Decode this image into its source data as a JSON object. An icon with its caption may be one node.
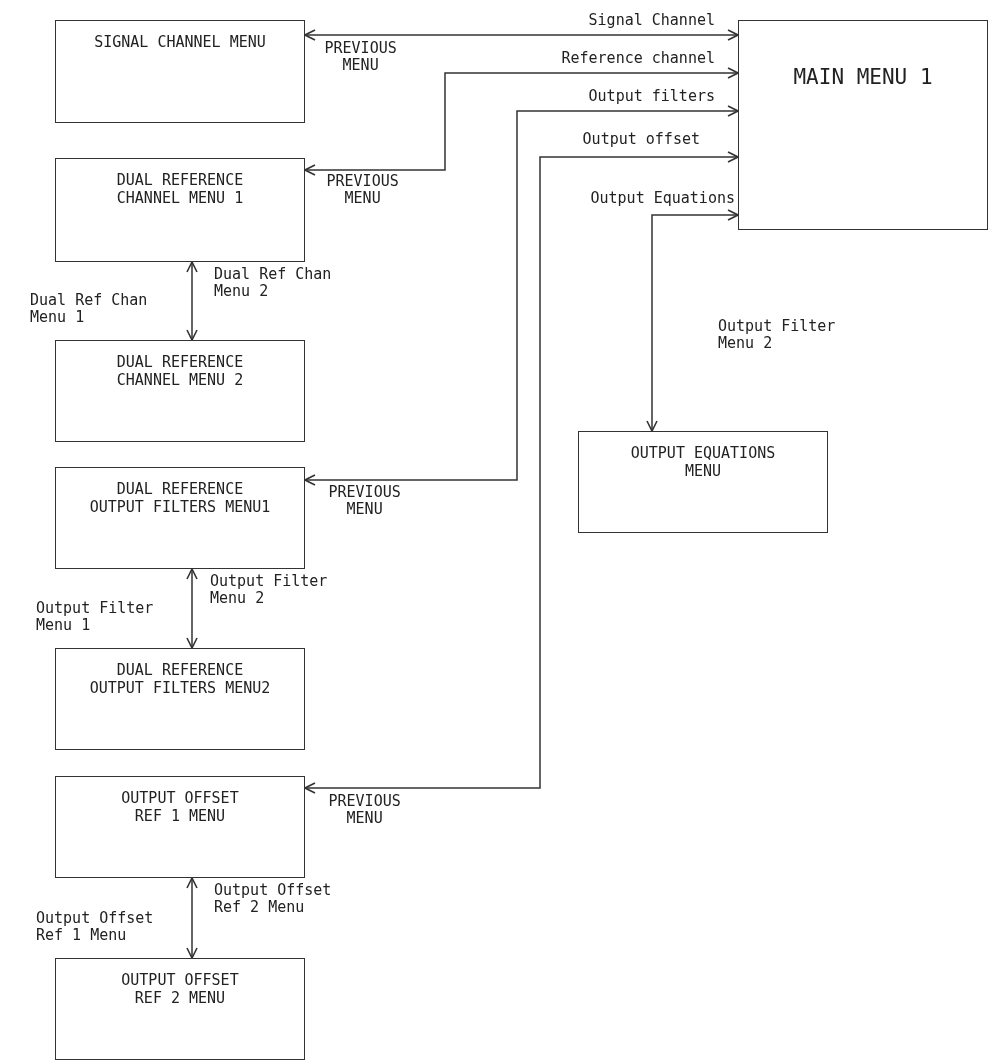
{
  "diagram": {
    "nodes": [
      {
        "text": [
          "SIGNAL CHANNEL MENU"
        ]
      },
      {
        "text": [
          "MAIN MENU 1"
        ]
      },
      {
        "text": [
          "DUAL REFERENCE CHANNEL MENU 1"
        ]
      },
      {
        "text": [
          "DUAL REFERENCE CHANNEL MENU 2"
        ]
      },
      {
        "text": [
          "DUAL REFERENCE OUTPUT FILTERS MENU1"
        ]
      },
      {
        "text": [
          "OUTPUT EQUATIONS MENU"
        ]
      },
      {
        "text": [
          "DUAL REFERENCE OUTPUT FILTERS MENU2"
        ]
      },
      {
        "text": [
          "OUTPUT OFFSET REF 1 MENU"
        ]
      },
      {
        "text": [
          "OUTPUT OFFSET REF 2 MENU"
        ]
      }
    ],
    "edges": [
      {
        "from": 1,
        "to": 0,
        "arrow": "both",
        "label": "Signal Channel"
      },
      {
        "from": 1,
        "to": 2,
        "arrow": "both",
        "label": "Reference channel"
      },
      {
        "from": 1,
        "to": 4,
        "arrow": "both",
        "label": "Output filters"
      },
      {
        "from": 1,
        "to": 7,
        "arrow": "both",
        "label": "Output offset"
      },
      {
        "from": 1,
        "to": 5,
        "arrow": "both",
        "label": "Output Equations"
      },
      {
        "from": 3,
        "to": 2,
        "arrow": "both",
        "label": "Dual Ref Chan Menu 2"
      },
      {
        "from": 6,
        "to": 4,
        "arrow": "both",
        "label": "Output Filter Menu 2"
      },
      {
        "from": 8,
        "to": 7,
        "arrow": "both",
        "label": "Output Offset Ref 2 Menu"
      }
    ],
    "labels": [
      "PREVIOUS MENU",
      "PREVIOUS MENU",
      "Dual Ref Chan Menu 1",
      "Output Filter Menu 2",
      "PREVIOUS MENU",
      "Output Filter Menu 1",
      "PREVIOUS MENU",
      "Output Offset Ref 1 Menu"
    ]
  }
}
